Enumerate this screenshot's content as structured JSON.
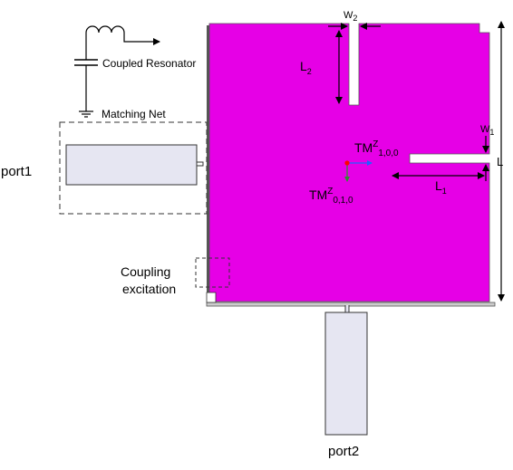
{
  "labels": {
    "coupled_resonator": "Coupled Resonator",
    "matching_net": "Matching Net",
    "port1": "port1",
    "port2": "port2",
    "coupling_line1": "Coupling",
    "coupling_line2": "excitation",
    "w2": "W",
    "w2_sub": "2",
    "l2": "L",
    "l2_sub": "2",
    "w1": "W",
    "w1_sub": "1",
    "l1": "L",
    "l1_sub": "1",
    "l": "L",
    "tm100_base": "TM",
    "tm100_sup": "Z",
    "tm100_sub": "1,0,0",
    "tm010_base": "TM",
    "tm010_sup": "Z",
    "tm010_sub": "0,1,0"
  },
  "colors": {
    "patch": "#e600e6",
    "port_fill": "#e6e6f2",
    "outline": "#333333",
    "feed_dot": "#ff0000",
    "tm100_arrow": "#1f5fff",
    "tm010_arrow": "#2e8b2e"
  }
}
